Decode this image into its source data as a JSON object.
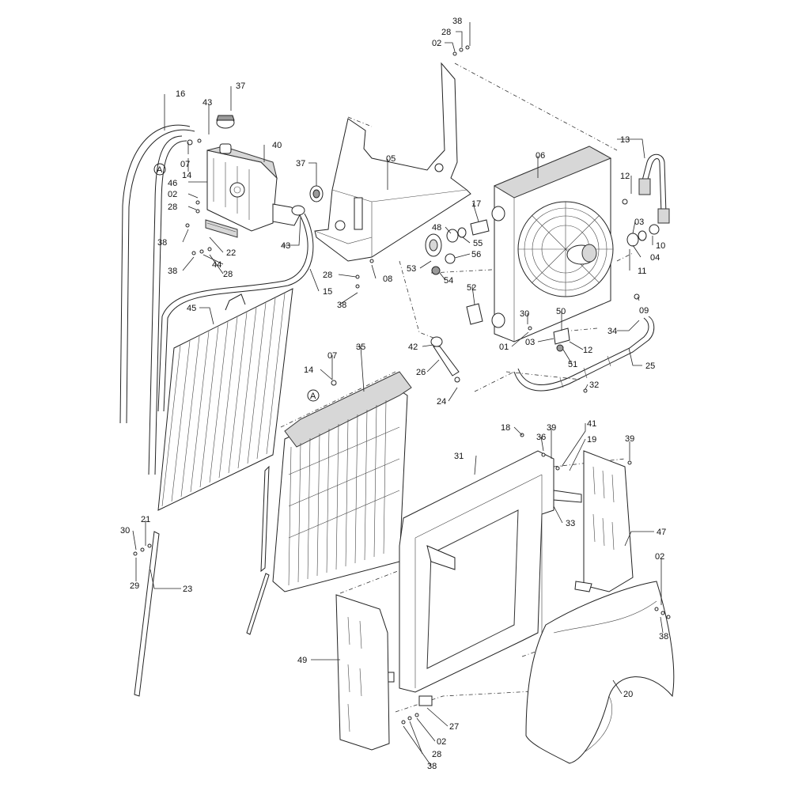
{
  "callouts": [
    {
      "id": "c1",
      "label": "38"
    },
    {
      "id": "c2",
      "label": "28"
    },
    {
      "id": "c3",
      "label": "02"
    },
    {
      "id": "c4",
      "label": "37"
    },
    {
      "id": "c5",
      "label": "16"
    },
    {
      "id": "c6",
      "label": "43"
    },
    {
      "id": "c7",
      "label": "40"
    },
    {
      "id": "c8",
      "label": "13"
    },
    {
      "id": "c9",
      "label": "05"
    },
    {
      "id": "c10",
      "label": "06"
    },
    {
      "id": "c11",
      "label": "37"
    },
    {
      "id": "c12",
      "label": "07"
    },
    {
      "id": "c13",
      "label": "14"
    },
    {
      "id": "c14",
      "label": "46"
    },
    {
      "id": "c15",
      "label": "02"
    },
    {
      "id": "c16",
      "label": "28"
    },
    {
      "id": "c17",
      "label": "12"
    },
    {
      "id": "c18",
      "label": "17"
    },
    {
      "id": "c19",
      "label": "48"
    },
    {
      "id": "c20",
      "label": "03"
    },
    {
      "id": "c21",
      "label": "10"
    },
    {
      "id": "c22",
      "label": "55"
    },
    {
      "id": "c23",
      "label": "56"
    },
    {
      "id": "c24",
      "label": "04"
    },
    {
      "id": "c25",
      "label": "38"
    },
    {
      "id": "c26",
      "label": "43"
    },
    {
      "id": "c27",
      "label": "22"
    },
    {
      "id": "c28",
      "label": "44"
    },
    {
      "id": "c29",
      "label": "38"
    },
    {
      "id": "c30",
      "label": "28"
    },
    {
      "id": "c31",
      "label": "53"
    },
    {
      "id": "c32",
      "label": "54"
    },
    {
      "id": "c33",
      "label": "11"
    },
    {
      "id": "c34",
      "label": "28"
    },
    {
      "id": "c35",
      "label": "08"
    },
    {
      "id": "c36",
      "label": "15"
    },
    {
      "id": "c37",
      "label": "38"
    },
    {
      "id": "c38",
      "label": "52"
    },
    {
      "id": "c39",
      "label": "09"
    },
    {
      "id": "c40",
      "label": "45"
    },
    {
      "id": "c41",
      "label": "30"
    },
    {
      "id": "c42",
      "label": "50"
    },
    {
      "id": "c43",
      "label": "34"
    },
    {
      "id": "c44",
      "label": "42"
    },
    {
      "id": "c45",
      "label": "01"
    },
    {
      "id": "c46",
      "label": "03"
    },
    {
      "id": "c47",
      "label": "12"
    },
    {
      "id": "c48",
      "label": "25"
    },
    {
      "id": "c49",
      "label": "07"
    },
    {
      "id": "c50",
      "label": "35"
    },
    {
      "id": "c51",
      "label": "26"
    },
    {
      "id": "c52",
      "label": "51"
    },
    {
      "id": "c53",
      "label": "14"
    },
    {
      "id": "c54",
      "label": "32"
    },
    {
      "id": "c55",
      "label": "24"
    },
    {
      "id": "c56",
      "label": "18"
    },
    {
      "id": "c57",
      "label": "39"
    },
    {
      "id": "c58",
      "label": "41"
    },
    {
      "id": "c59",
      "label": "36"
    },
    {
      "id": "c60",
      "label": "19"
    },
    {
      "id": "c61",
      "label": "39"
    },
    {
      "id": "c62",
      "label": "31"
    },
    {
      "id": "c63",
      "label": "21"
    },
    {
      "id": "c64",
      "label": "30"
    },
    {
      "id": "c65",
      "label": "33"
    },
    {
      "id": "c66",
      "label": "47"
    },
    {
      "id": "c67",
      "label": "29"
    },
    {
      "id": "c68",
      "label": "23"
    },
    {
      "id": "c69",
      "label": "02"
    },
    {
      "id": "c70",
      "label": "38"
    },
    {
      "id": "c71",
      "label": "49"
    },
    {
      "id": "c72",
      "label": "20"
    },
    {
      "id": "c73",
      "label": "27"
    },
    {
      "id": "c74",
      "label": "02"
    },
    {
      "id": "c75",
      "label": "28"
    },
    {
      "id": "c76",
      "label": "38"
    }
  ],
  "reference_marks": [
    {
      "id": "A1",
      "letter": "A"
    },
    {
      "id": "A2",
      "letter": "A"
    }
  ]
}
